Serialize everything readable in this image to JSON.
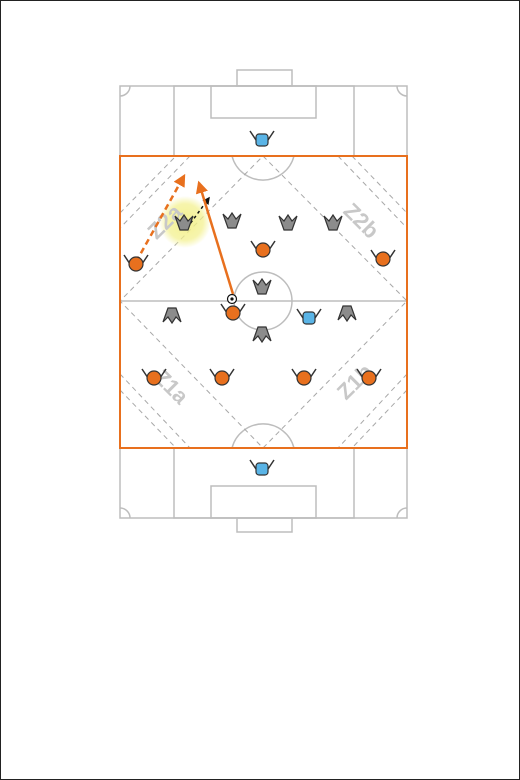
{
  "diagram": {
    "zone_labels": {
      "z1a": "Z1a",
      "z1b": "Z1b",
      "z2a": "Z2a",
      "z2b": "Z2b"
    },
    "colors": {
      "pitch_lines": "#bdbdbd",
      "zone_border": "#e8701e",
      "zone_dash": "#a8a8a8",
      "team_orange": "#e8701e",
      "opponent_grey": "#8c8c8c",
      "goalkeeper_blue": "#5ab4e6",
      "highlight": "#f3f08a",
      "pass_arrow": "#000000"
    },
    "icons": {
      "player_orange": "orange-player-icon",
      "player_grey": "grey-opponent-icon",
      "goalkeeper": "goalkeeper-icon",
      "ball": "soccer-ball-icon"
    }
  }
}
